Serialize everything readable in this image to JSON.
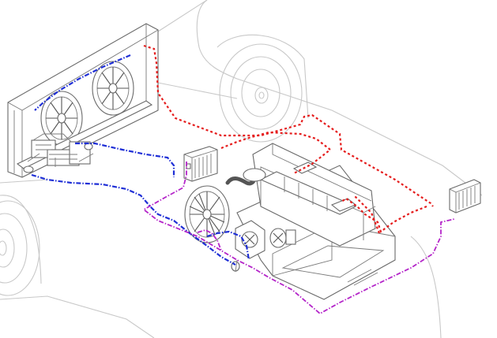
{
  "diagram": {
    "components": [
      "front-radiator-fan-module",
      "condenser-fan-left",
      "condenser-fan-right",
      "front-heat-exchanger",
      "center-heat-exchanger",
      "rear-heat-exchanger",
      "engine-block",
      "engine-cooling-fan",
      "coolant-pump",
      "battery-pack-box"
    ],
    "connections": [
      {
        "name": "refrigerant-circuit",
        "color": "#e51c1c",
        "style": "dotted"
      },
      {
        "name": "coolant-circuit",
        "color": "#1f2fd6",
        "style": "dash-dot"
      },
      {
        "name": "heating-circuit",
        "color": "#b425c9",
        "style": "dash-dot"
      }
    ]
  },
  "colors": {
    "background": "#ffffff",
    "vehicle_outline": "#c8c8c8",
    "component_stroke": "#6a6a6a",
    "refrigerant": "#e51c1c",
    "coolant": "#1f2fd6",
    "heating": "#b425c9",
    "hose": "#555555"
  }
}
